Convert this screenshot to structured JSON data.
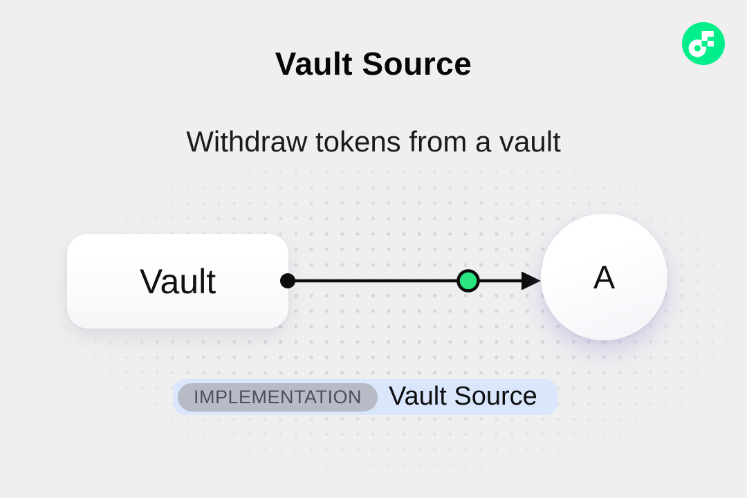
{
  "header": {
    "title": "Vault Source",
    "logo": {
      "name": "flow-logo",
      "brand_green": "#00EF8B",
      "mark_color": "#FFFFFF"
    }
  },
  "subtitle": "Withdraw tokens from a vault",
  "diagram": {
    "source_node": {
      "label": "Vault",
      "shape": "rounded-rectangle",
      "fill": "#FFFFFF"
    },
    "target_node": {
      "label": "A",
      "shape": "circle",
      "fill": "#FFFFFF"
    },
    "arrow": {
      "direction": "left-to-right",
      "color": "#0C0C0C",
      "token_node_color": "#29E57F"
    }
  },
  "badge": {
    "tag": "IMPLEMENTATION",
    "label": "Vault Source",
    "bg_color": "#D9E6FC",
    "tag_bg_color": "#B7BBC6"
  },
  "colors": {
    "page_background": "#EFEFF0",
    "dot_grid": "#D6D6DA",
    "title_text": "#060608"
  }
}
